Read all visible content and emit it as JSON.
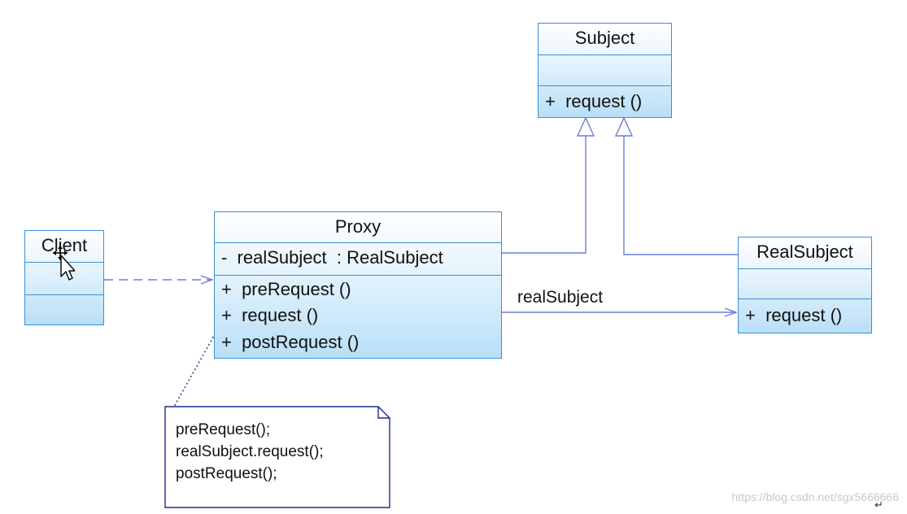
{
  "classes": {
    "subject": {
      "name": "Subject",
      "operations": [
        "+  request ()"
      ]
    },
    "proxy": {
      "name": "Proxy",
      "attributes": [
        "-  realSubject  : RealSubject"
      ],
      "operations": [
        "+  preRequest ()",
        "+  request ()",
        "+  postRequest ()"
      ]
    },
    "real_subject": {
      "name": "RealSubject",
      "operations": [
        "+  request ()"
      ]
    },
    "client": {
      "name": "Client"
    }
  },
  "associations": {
    "proxy_to_real_subject_label": "realSubject"
  },
  "note": {
    "lines": [
      "preRequest();",
      "realSubject.request();",
      "postRequest();"
    ]
  },
  "watermark": "https://blog.csdn.net/sgx5666666",
  "icons": [
    "move-cursor-icon",
    "return-symbol-icon"
  ],
  "colors": {
    "class_border": "#3a8fd6",
    "class_fill": "#b9dff7",
    "connector": "#6d7fd6",
    "note_border": "#1c2a8c"
  }
}
